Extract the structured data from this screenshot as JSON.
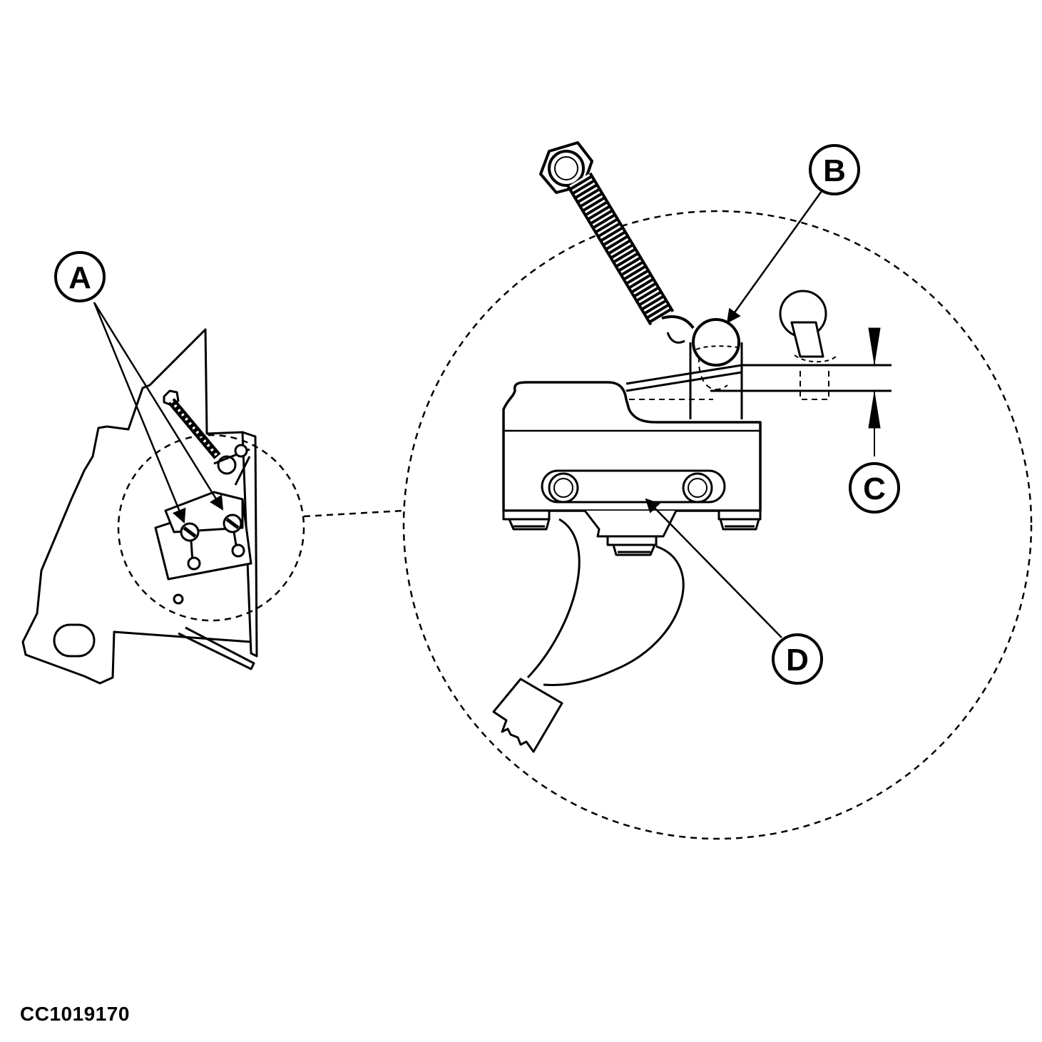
{
  "figure": {
    "id": "CC1019170"
  },
  "callouts": {
    "a": "A",
    "b": "B",
    "c": "C",
    "d": "D"
  },
  "colors": {
    "line": "#000000",
    "background": "#ffffff"
  }
}
